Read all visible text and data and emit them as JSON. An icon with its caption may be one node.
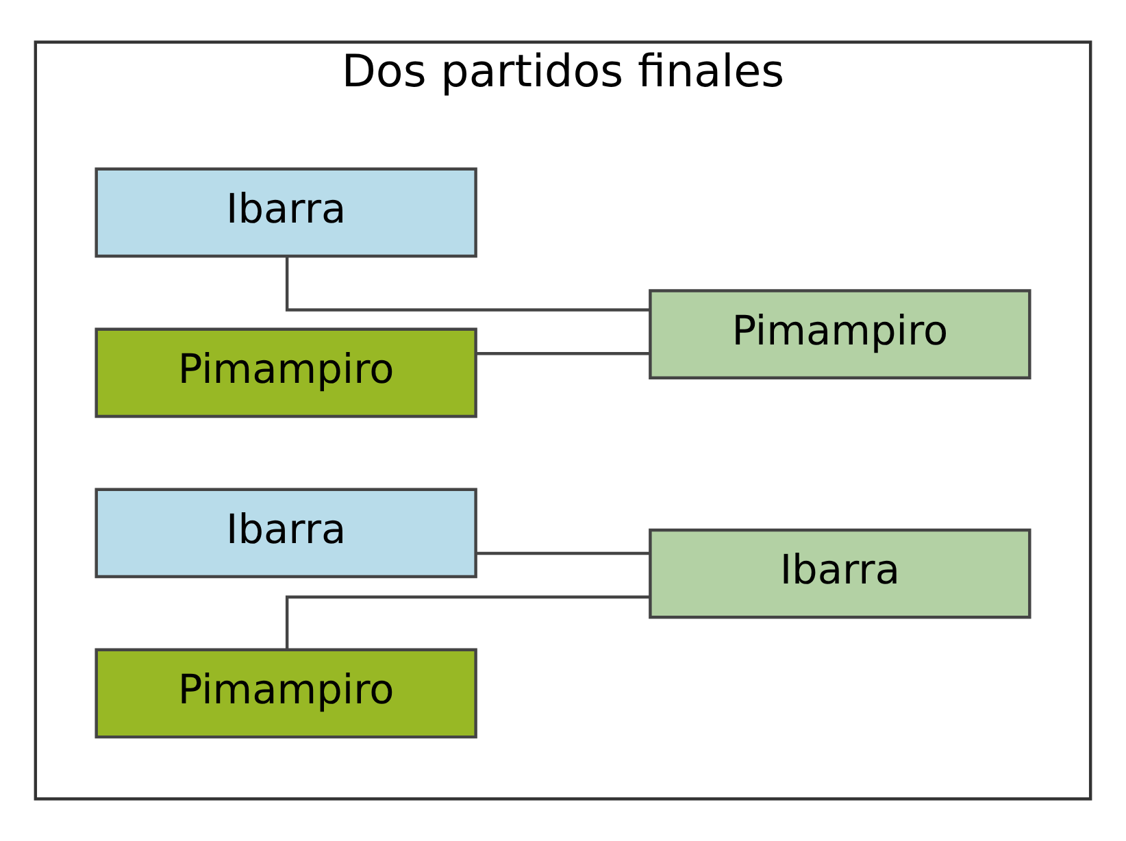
{
  "diagram": {
    "nodes": [
      {
        "text": [
          "Dos partidos finales"
        ]
      },
      {
        "text": [
          "Ibarra"
        ],
        "in": 0
      },
      {
        "text": [
          "Pimampiro"
        ],
        "in": 0
      },
      {
        "text": [
          "Pimampiro"
        ],
        "in": 0
      },
      {
        "text": [
          "Ibarra"
        ],
        "in": 0
      },
      {
        "text": [
          "Pimampiro"
        ],
        "in": 0
      },
      {
        "text": [
          "Ibarra"
        ],
        "in": 0
      }
    ],
    "edges": [
      {
        "from": 1,
        "to": 3,
        "arrow": "none"
      },
      {
        "from": 2,
        "to": 3,
        "arrow": "none"
      },
      {
        "from": 4,
        "to": 6,
        "arrow": "none"
      },
      {
        "from": 5,
        "to": 6,
        "arrow": "none"
      }
    ]
  }
}
